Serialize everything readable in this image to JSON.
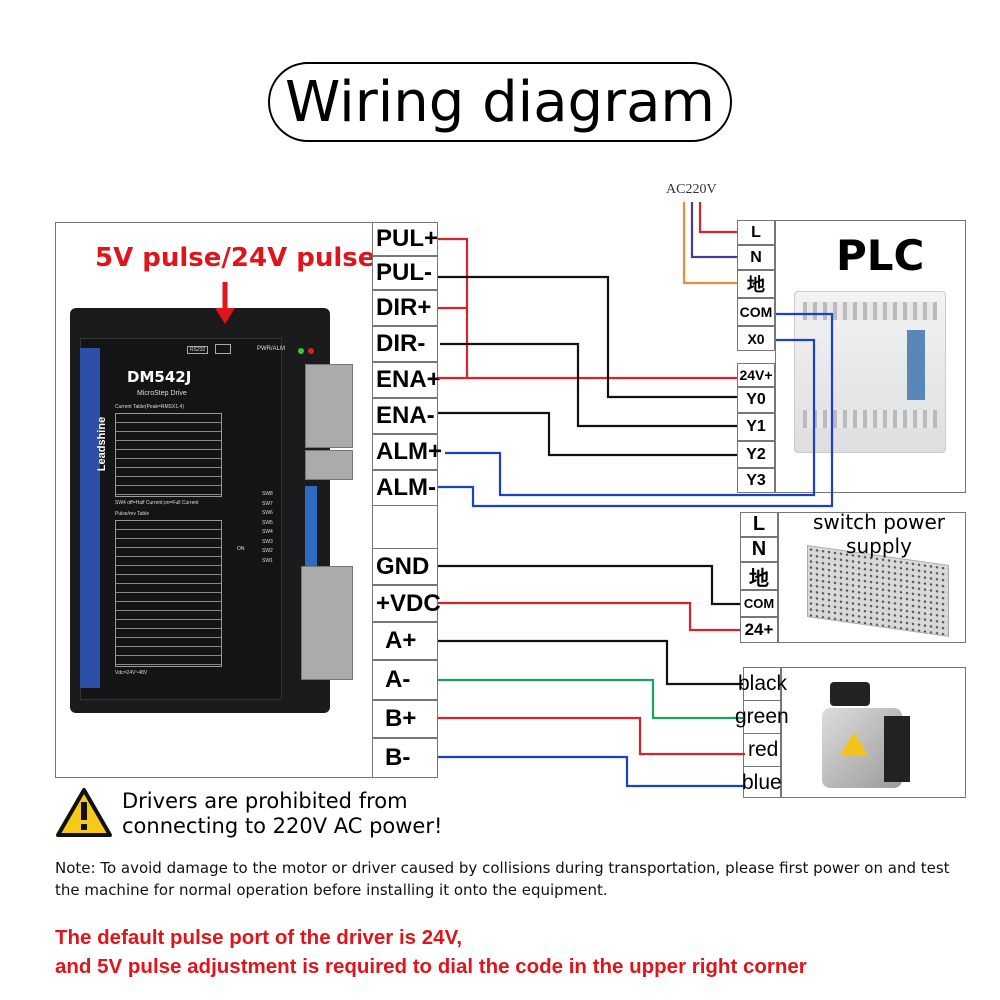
{
  "title": "Wiring diagram",
  "pulse_note": "5V pulse/24V pulse",
  "driver": {
    "model": "DM542J",
    "subtitle": "MicroStep Drive",
    "brand": "Leadshine",
    "pwr_alm": "PWR/ALM",
    "port": "RS232",
    "current_table": "Current Table(Peak=RMSX1.4)",
    "sw4_note": "SW4 off=Half Current;on=Full Current",
    "pulse_table": "Pulse/rev Table",
    "vdc": "Vdc=24V~48V",
    "on": "ON",
    "switches": [
      "SW8",
      "SW7",
      "SW6",
      "SW5",
      "SW4",
      "SW3",
      "SW2",
      "SW1"
    ]
  },
  "driver_terminals_signal": [
    "PUL+",
    "PUL-",
    "DIR+",
    "DIR-",
    "ENA+",
    "ENA-",
    "ALM+",
    "ALM-"
  ],
  "driver_terminals_power": [
    "GND",
    "+VDC",
    "A+",
    "A-",
    "B+",
    "B-"
  ],
  "plc": {
    "label": "PLC",
    "ac_label": "AC220V",
    "power_terminals": [
      "L",
      "N",
      "地",
      "COM",
      "X0"
    ],
    "output_terminals": [
      "24V+",
      "Y0",
      "Y1",
      "Y2",
      "Y3"
    ]
  },
  "power_supply": {
    "label": "switch power supply",
    "terminals": [
      "L",
      "N",
      "地",
      "COM",
      "24+"
    ]
  },
  "motor": {
    "wires": [
      "black",
      "green",
      "red",
      "blue"
    ]
  },
  "wire_colors": {
    "red": "#d9232a",
    "black": "#111111",
    "blue": "#1e3fc8",
    "green": "#1aa35a",
    "purple": "#4b3a8f",
    "orange": "#f08a3c"
  },
  "warning": "Drivers are prohibited from connecting to 220V AC power!",
  "note": "Note: To avoid damage to the motor or driver caused by collisions during transportation, please first power on and test the machine for normal operation before installing it onto the equipment.",
  "default_note_1": "The default pulse port of the driver is 24V,",
  "default_note_2": "and 5V pulse adjustment is required to dial the code in the upper right corner"
}
